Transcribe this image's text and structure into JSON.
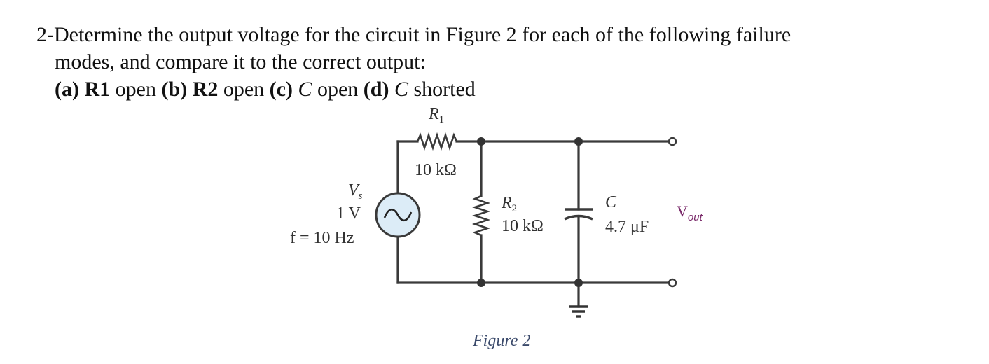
{
  "question": {
    "line1": "2-Determine the output voltage for the circuit in Figure 2 for each of the following failure",
    "line2": "modes, and compare it to the correct output:",
    "parts": [
      {
        "letter": "(a)",
        "bold_text": "R1",
        "rest": " open "
      },
      {
        "letter": "(b)",
        "bold_text": "R2",
        "rest": " open "
      },
      {
        "letter": "(c)",
        "bold_text": "",
        "italic_text": "C",
        "rest": " open "
      },
      {
        "letter": "(d)",
        "bold_text": "",
        "italic_text": "C",
        "rest": " shorted"
      }
    ]
  },
  "circuit": {
    "r1": {
      "symbol": "R",
      "subscript": "1",
      "value": "10 kΩ"
    },
    "r2": {
      "symbol": "R",
      "subscript": "2",
      "value": "10 kΩ"
    },
    "c": {
      "symbol": "C",
      "value": "4.7 μF"
    },
    "source": {
      "symbol": "V",
      "subscript": "s",
      "amplitude": "1 V",
      "frequency": "f = 10 Hz"
    },
    "output": {
      "symbol": "V",
      "subscript": "out"
    },
    "caption": "Figure 2"
  }
}
